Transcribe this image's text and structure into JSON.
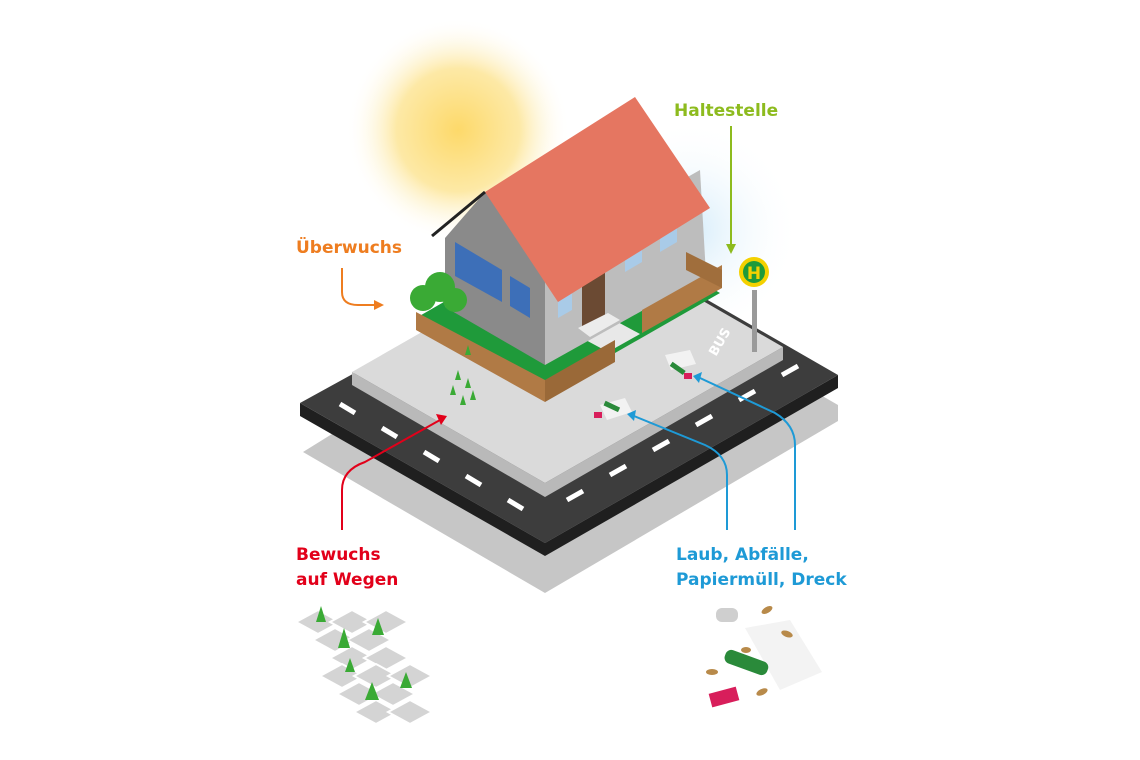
{
  "labels": {
    "bus_stop": "Haltestelle",
    "overgrowth": "Überwuchs",
    "path_growth_line1": "Bewuchs",
    "path_growth_line2": "auf Wegen",
    "litter_line1": "Laub, Abfälle,",
    "litter_line2": "Papiermüll, Dreck"
  },
  "sign": {
    "letter": "H",
    "road_marking": "BUS"
  },
  "colors": {
    "bus_stop": "#8dbb1e",
    "overgrowth": "#ee7d20",
    "path_growth": "#e2001a",
    "litter": "#1e9ad6",
    "roof": "#e57661",
    "sun": "#fde38a"
  }
}
